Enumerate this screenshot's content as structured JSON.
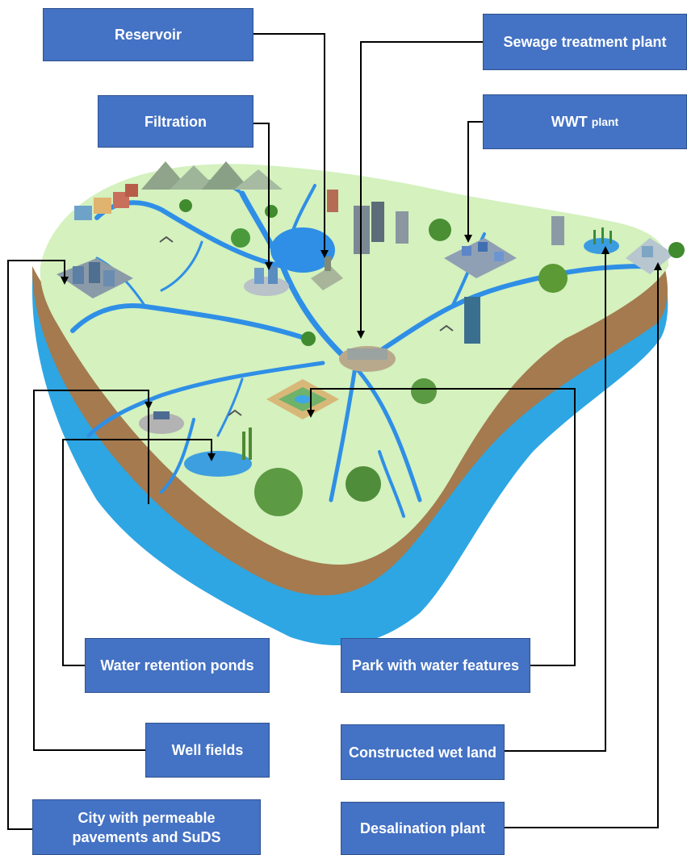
{
  "labels": {
    "reservoir": "Reservoir",
    "filtration": "Filtration",
    "sewage": "Sewage treatment plant",
    "wwt_main": "WWT",
    "wwt_small": "plant",
    "retention": "Water retention ponds",
    "park": "Park with water features",
    "well_fields": "Well fields",
    "wetland": "Constructed wet land",
    "city": "City with permeable pavements and SuDS",
    "desalination": "Desalination plant"
  },
  "colors": {
    "label_fill": "#4472c4",
    "label_text": "#ffffff",
    "land": "#d9f2c4",
    "soil": "#a77b4f",
    "water": "#2e9be0",
    "rivers": "#2f8fe6"
  },
  "icons": [
    "mountains-icon",
    "houses-icon",
    "city-block-icon",
    "reservoir-icon",
    "filtration-plant-icon",
    "dam-icon",
    "skyscraper-icon",
    "sewage-plant-icon",
    "wwt-plant-icon",
    "wetland-icon",
    "desalination-plant-icon",
    "park-fountain-icon",
    "well-field-icon",
    "retention-pond-icon",
    "tree-icon",
    "palm-tree-icon",
    "bird-icon",
    "bush-icon"
  ]
}
